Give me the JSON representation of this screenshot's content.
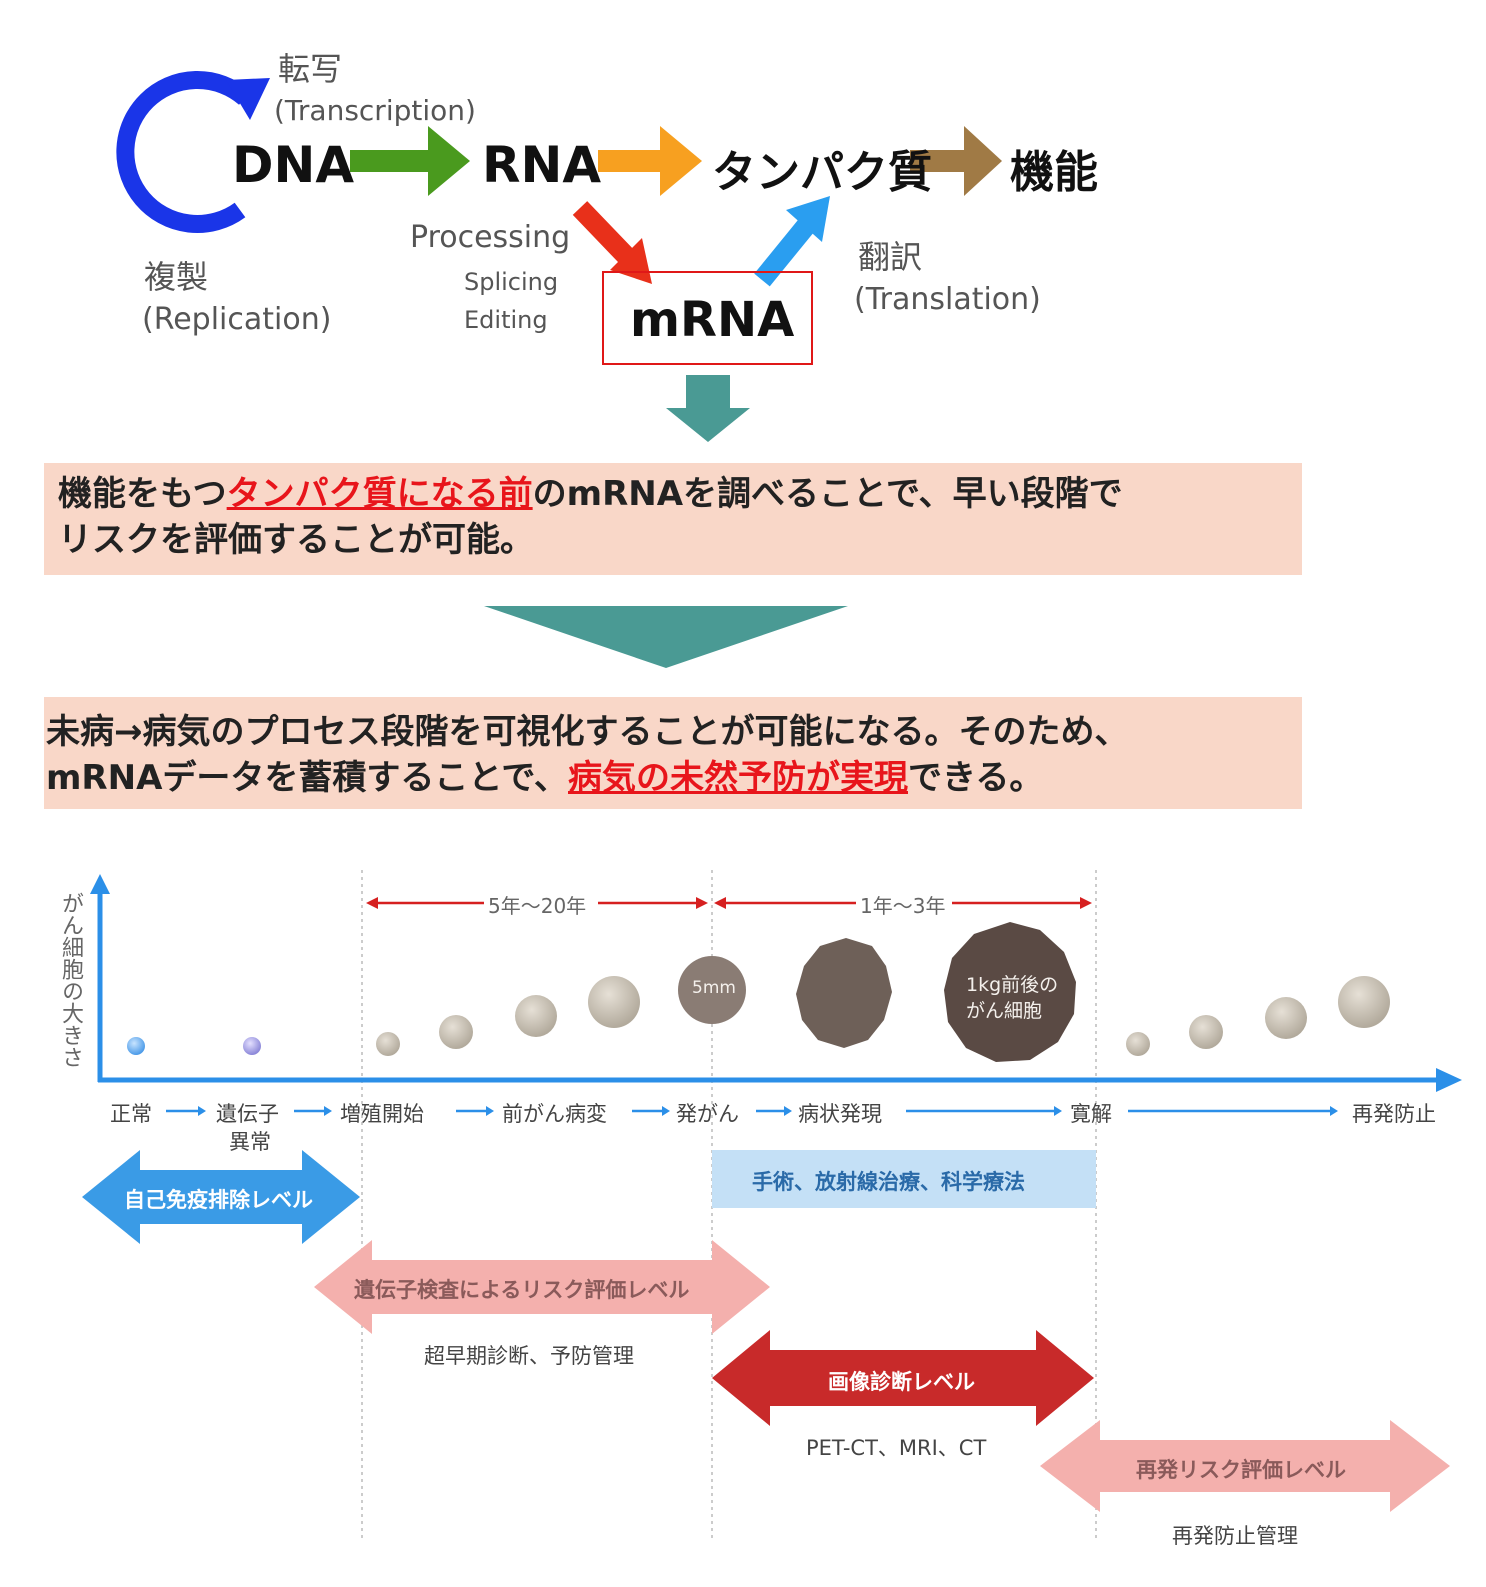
{
  "top": {
    "dna": "DNA",
    "rna": "RNA",
    "protein": "タンパク質",
    "function": "機能",
    "mrna": "mRNA",
    "transcription_jp": "転写",
    "transcription_en": "(Transcription)",
    "replication_jp": "複製",
    "replication_en": "(Replication)",
    "processing": "Processing",
    "splicing": "Splicing",
    "editing": "Editing",
    "translation_jp": "翻訳",
    "translation_en": "(Translation)"
  },
  "box1": {
    "line1_pre": "機能をもつ",
    "line1_hl": "タンパク質になる前",
    "line1_post": "のmRNAを調べることで、早い段階で",
    "line2": "リスクを評価することが可能。"
  },
  "box2": {
    "line1": "未病→病気のプロセス段階を可視化することが可能になる。そのため、",
    "line2_pre": "mRNAデータを蓄積することで、",
    "line2_hl": "病気の未然予防が実現",
    "line2_post": "できる。"
  },
  "timeline": {
    "y_axis_label": "がん細胞の大きさ",
    "span1": "5年〜20年",
    "span2": "1年〜3年",
    "size_label_5mm": "5mm",
    "size_label_1kg_a": "1kg前後の",
    "size_label_1kg_b": "がん細胞",
    "stages": [
      "正常",
      "遺伝子",
      "異常",
      "増殖開始",
      "前がん病変",
      "発がん",
      "病状発現",
      "寛解",
      "再発防止"
    ],
    "levels": {
      "immune": "自己免疫排除レベル",
      "treatment": "手術、放射線治療、科学療法",
      "genetic": "遺伝子検査によるリスク評価レベル",
      "genetic_sub": "超早期診断、予防管理",
      "imaging": "画像診断レベル",
      "imaging_sub": "PET-CT、MRI、CT",
      "recurrence": "再発リスク評価レベル",
      "recurrence_sub": "再発防止管理"
    }
  },
  "colors": {
    "dna_arrow": "#1a35e8",
    "green_arrow": "#4a9a1e",
    "orange_arrow": "#f7a020",
    "brown_arrow": "#a07a45",
    "red_arrow": "#e8301a",
    "blue_arrow": "#2a9ef0",
    "teal": "#4a9a94",
    "box_bg": "#f9d7c8",
    "highlight": "#e8151b",
    "axis_blue": "#2b8fe8",
    "span_red": "#d62020",
    "immune_blue": "#3a9be6",
    "treatment_bg": "#c4e0f6",
    "genetic_pink": "#f4b0ad",
    "imaging_red": "#c82a2a"
  }
}
